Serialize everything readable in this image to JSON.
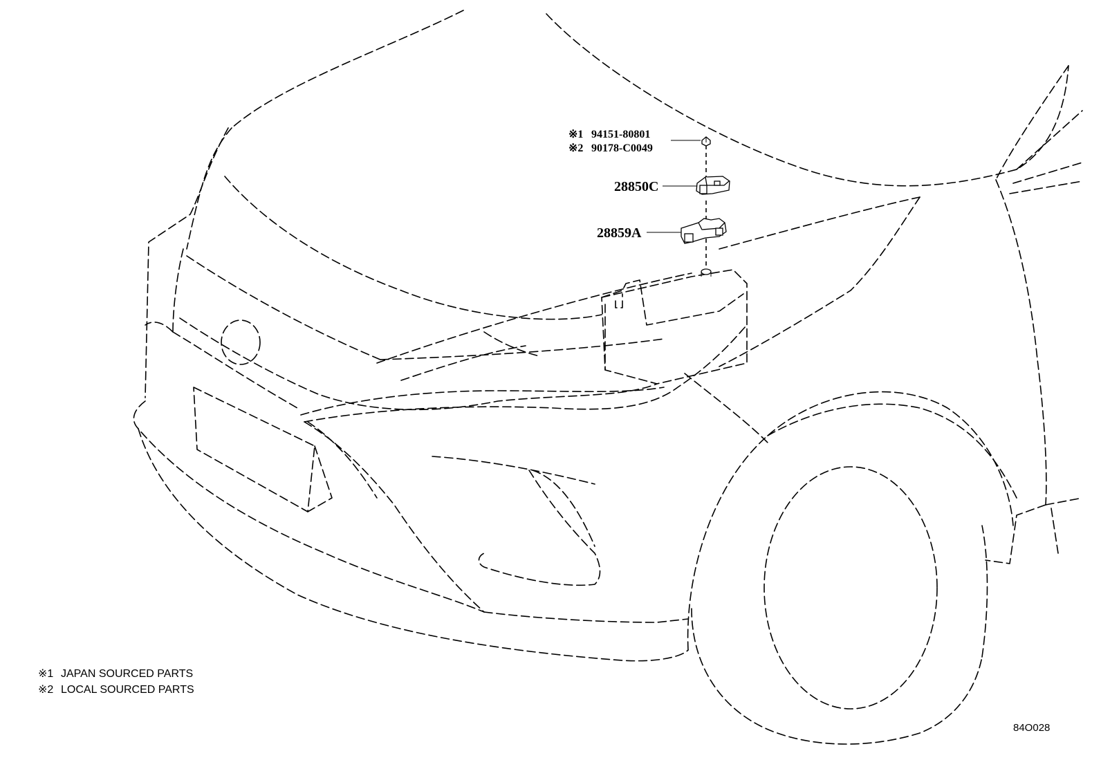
{
  "callouts": {
    "nut_jp": {
      "mark": "※1",
      "part_no": "94151-80801"
    },
    "nut_local": {
      "mark": "※2",
      "part_no": "90178-C0049"
    },
    "sensor": {
      "part_no": "28850C"
    },
    "bracket": {
      "part_no": "28859A"
    }
  },
  "legend": [
    {
      "mark": "※1",
      "text": "JAPAN SOURCED PARTS"
    },
    {
      "mark": "※2",
      "text": "LOCAL SOURCED PARTS"
    }
  ],
  "figure_code": "84O028"
}
